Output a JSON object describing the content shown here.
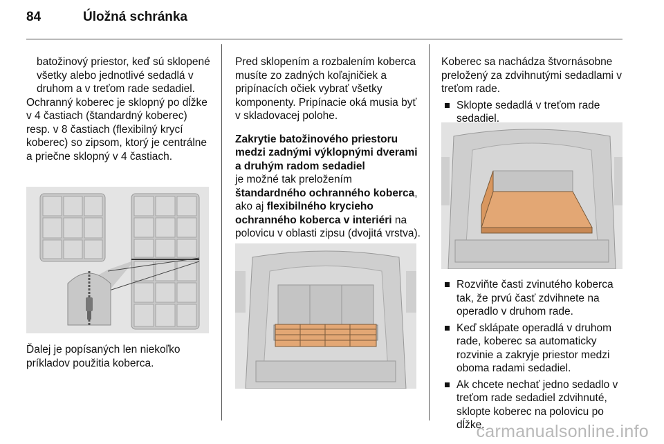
{
  "header": {
    "page_number": "84",
    "title": "Úložná schránka"
  },
  "col1": {
    "cont_paragraph": "batožinový priestor, keď sú sklopené všetky alebo jednotlivé sedadlá v druhom a v treťom rade sedadiel.",
    "paragraph1": "Ochranný koberec je sklopný po dĺžke v 4 častiach (štandardný koberec) resp. v 8 častiach (flexibilný krycí koberec) so zipsom, ktorý je centrálne a priečne sklopný v 4 častiach.",
    "paragraph2": "Ďalej je popísaných len niekoľko príkladov použitia koberca."
  },
  "col2": {
    "paragraph1": "Pred sklopením a rozbalením koberca musíte zo zadných koľajničiek a pripínacích očiek vybrať všetky komponenty. Pripínacie oká musia byť v skladovacej polohe.",
    "subheading": "Zakrytie batožinového priestoru medzi zadnými výklopnými dverami a druhým radom sedadiel",
    "p2_text1": "je možné tak preložením",
    "p2_bold1": "štandardného ochranného koberca",
    "p2_text2": ", ako aj",
    "p2_bold2": "flexibilného krycieho ochranného koberca v interiéri",
    "p2_text3": "na polovicu v oblasti zipsu (dvojitá vrstva)."
  },
  "col3": {
    "paragraph1": "Koberec sa nachádza štvornásobne preložený za zdvihnutými sedadlami v treťom rade.",
    "bullet1": "Sklopte sedadlá v treťom rade sedadiel.",
    "bullet2": "Rozviňte časti zvinutého koberca tak, že prvú časť zdvihnete na operadlo v druhom rade.",
    "bullet3": "Keď sklápate operadlá v druhom rade, koberec sa automaticky rozvinie a zakryje priestor medzi oboma radami sedadiel.",
    "bullet4": "Ak chcete nechať jedno sedadlo v treťom rade sedadiel zdvihnuté, sklopte koberec na polovicu po dĺžke."
  },
  "watermark": "carmanualsonline.info",
  "colors": {
    "figure_bg": "#e6e6e6",
    "mat_orange": "#e0a070",
    "text": "#111111"
  }
}
